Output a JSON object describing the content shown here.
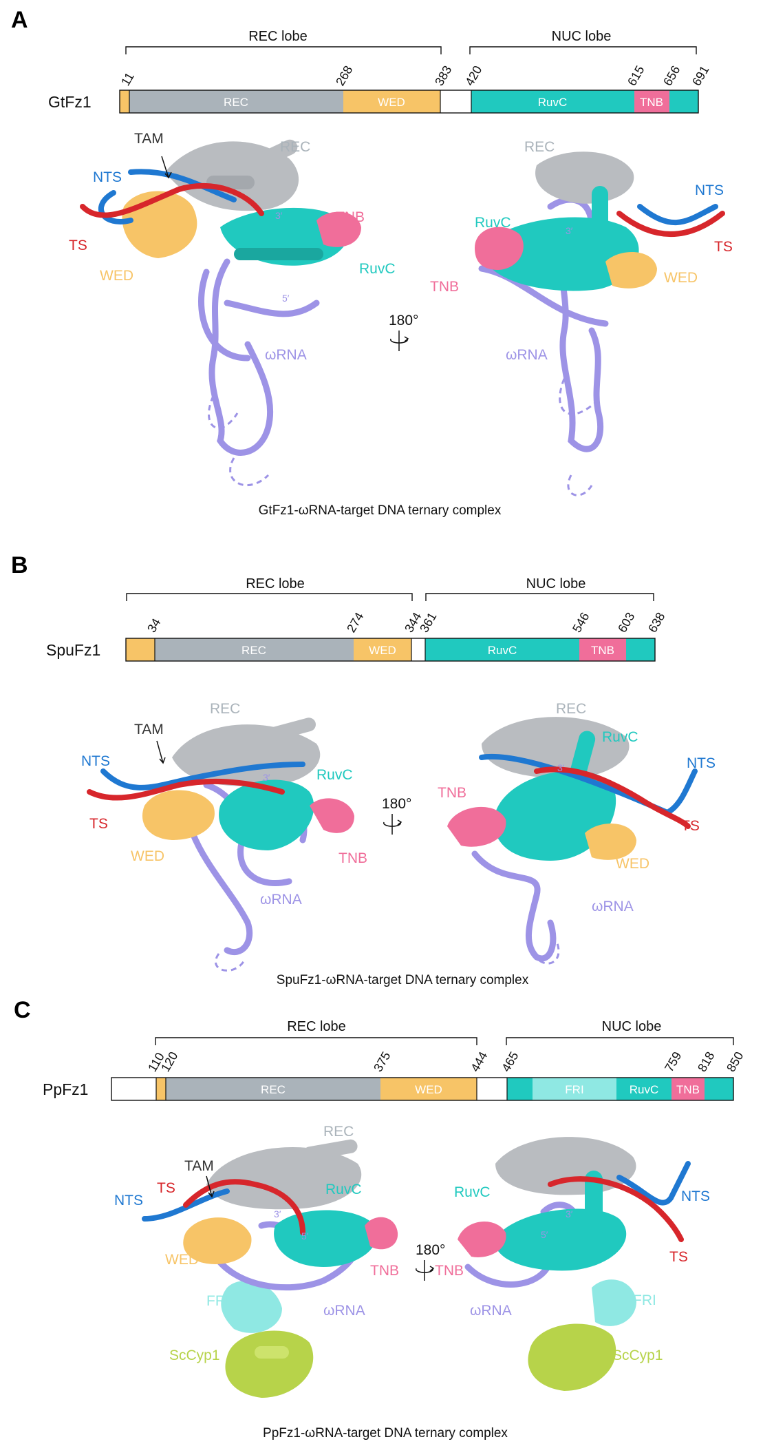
{
  "colors": {
    "REC": "#aab3ba",
    "WED": "#f7c467",
    "RuvC": "#20c9bf",
    "TNB": "#f06e9a",
    "FRI": "#8fe8e3",
    "linker": "#ffffff",
    "NTS": "#1f78d1",
    "TS": "#d7262b",
    "omegaRNA": "#9d93e6",
    "ScCyp1": "#b7d34a",
    "REC_struct": "#b9bcc0"
  },
  "panels": [
    {
      "letter": "A",
      "protein": "GtFz1",
      "lobes": [
        {
          "label": "REC lobe"
        },
        {
          "label": "NUC lobe"
        }
      ],
      "positions": [
        "11",
        "268",
        "383",
        "420",
        "615",
        "656",
        "691"
      ],
      "domains": [
        {
          "label": "REC"
        },
        {
          "label": "WED"
        },
        {
          "label": "RuvC"
        },
        {
          "label": "TNB"
        }
      ],
      "labels_left": [
        "TAM",
        "REC",
        "NTS",
        "TS",
        "WED",
        "TNB",
        "RuvC",
        "ωRNA",
        "3′",
        "5′"
      ],
      "labels_right": [
        "REC",
        "NTS",
        "TS",
        "RuvC",
        "TNB",
        "WED",
        "ωRNA",
        "3′"
      ],
      "rotation": "180°",
      "caption": "GtFz1-ωRNA-target DNA ternary complex"
    },
    {
      "letter": "B",
      "protein": "SpuFz1",
      "lobes": [
        {
          "label": "REC lobe"
        },
        {
          "label": "NUC lobe"
        }
      ],
      "positions": [
        "34",
        "274",
        "344",
        "361",
        "546",
        "603",
        "638"
      ],
      "domains": [
        {
          "label": "REC"
        },
        {
          "label": "WED"
        },
        {
          "label": "RuvC"
        },
        {
          "label": "TNB"
        }
      ],
      "labels_left": [
        "REC",
        "TAM",
        "NTS",
        "TS",
        "WED",
        "RuvC",
        "TNB",
        "ωRNA",
        "3′"
      ],
      "labels_right": [
        "REC",
        "RuvC",
        "NTS",
        "TS",
        "TNB",
        "WED",
        "ωRNA",
        "3′"
      ],
      "rotation": "180°",
      "caption": "SpuFz1-ωRNA-target DNA ternary complex"
    },
    {
      "letter": "C",
      "protein": "PpFz1",
      "lobes": [
        {
          "label": "REC lobe"
        },
        {
          "label": "NUC lobe"
        }
      ],
      "positions": [
        "110",
        "120",
        "375",
        "444",
        "465",
        "759",
        "818",
        "850"
      ],
      "domains": [
        {
          "label": "REC"
        },
        {
          "label": "WED"
        },
        {
          "label": "FRI"
        },
        {
          "label": "RuvC"
        },
        {
          "label": "TNB"
        }
      ],
      "labels_left": [
        "TAM",
        "REC",
        "NTS",
        "TS",
        "RuvC",
        "WED",
        "TNB",
        "FRI",
        "ωRNA",
        "ScCyp1",
        "3′",
        "5′"
      ],
      "labels_right": [
        "RuvC",
        "NTS",
        "TS",
        "TNB",
        "ωRNA",
        "FRI",
        "ScCyp1",
        "3′",
        "5′"
      ],
      "rotation": "180°",
      "caption": "PpFz1-ωRNA-target DNA ternary complex"
    }
  ]
}
